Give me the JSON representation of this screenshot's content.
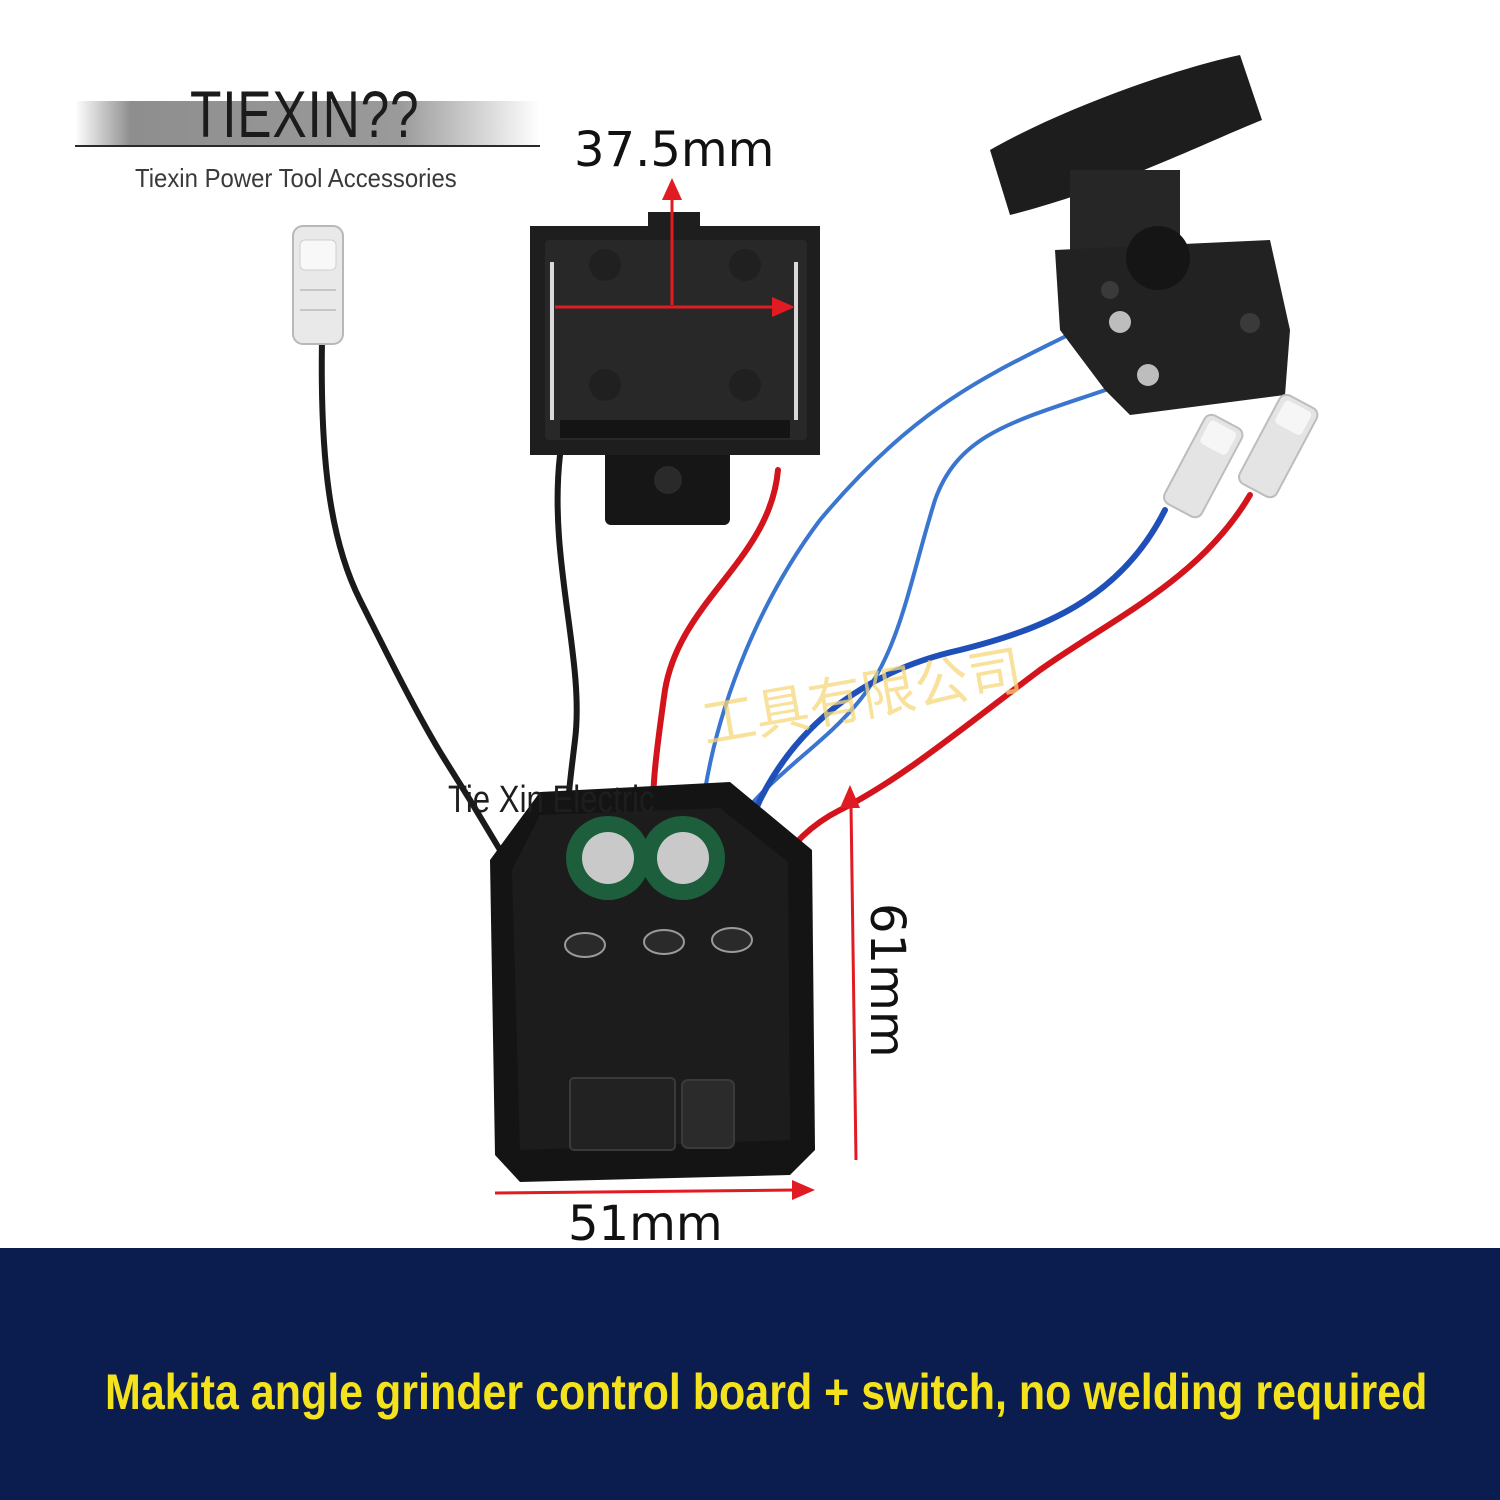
{
  "brand": {
    "logo_text": "TIEXIN??",
    "tagline": "Tiexin Power Tool Accessories",
    "watermark_text": "Tie Xin Electric",
    "cn_watermark": "工具有限公司"
  },
  "dimensions": {
    "top_label": "37.5mm",
    "right_label": "61mm",
    "bottom_label": "51mm"
  },
  "caption": {
    "text": "Makita angle grinder control board + switch, no welding required"
  },
  "colors": {
    "caption_band": "#0b1c4f",
    "caption_text": "#f3e21c",
    "dimension_arrow": "#e11b22",
    "wire_red": "#d4141c",
    "wire_blue": "#2f62c9",
    "wire_black": "#1a1a1a"
  }
}
